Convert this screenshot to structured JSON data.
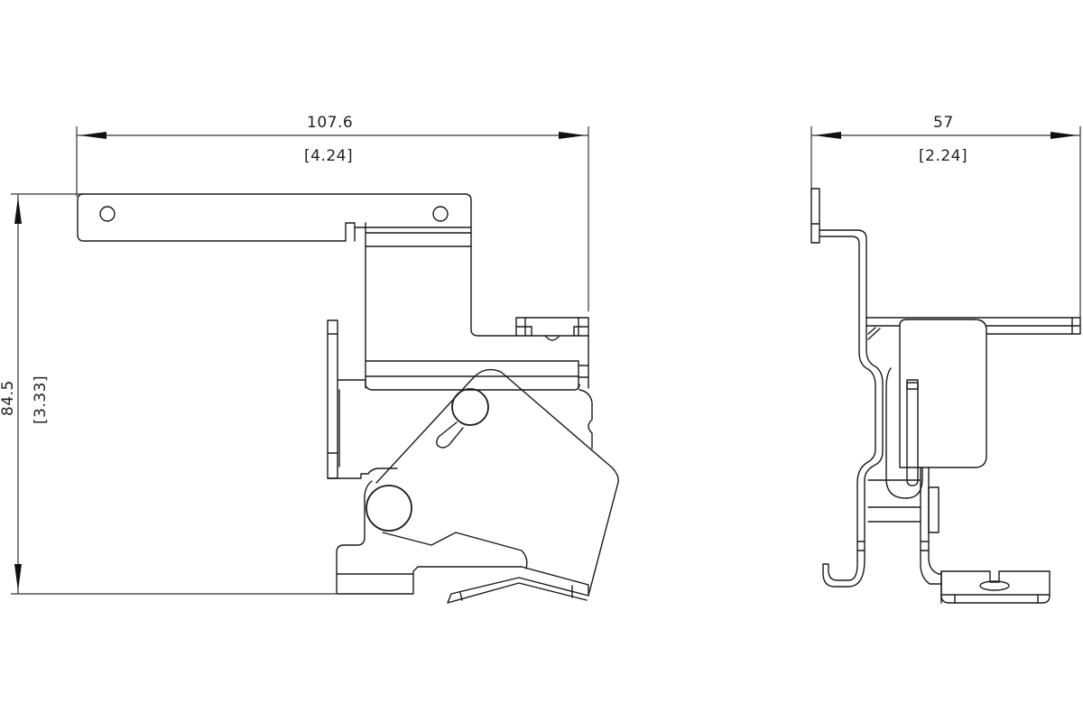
{
  "drawing": {
    "views": [
      {
        "name": "side-view",
        "dimensions": {
          "width": {
            "mm": "107.6",
            "inch": "[4.24]"
          },
          "height": {
            "mm": "84.5",
            "inch": "[3.33]"
          }
        }
      },
      {
        "name": "end-view",
        "dimensions": {
          "width": {
            "mm": "57",
            "inch": "[2.24]"
          }
        }
      }
    ],
    "line_color": "#1a1a1a",
    "background": "#ffffff"
  }
}
